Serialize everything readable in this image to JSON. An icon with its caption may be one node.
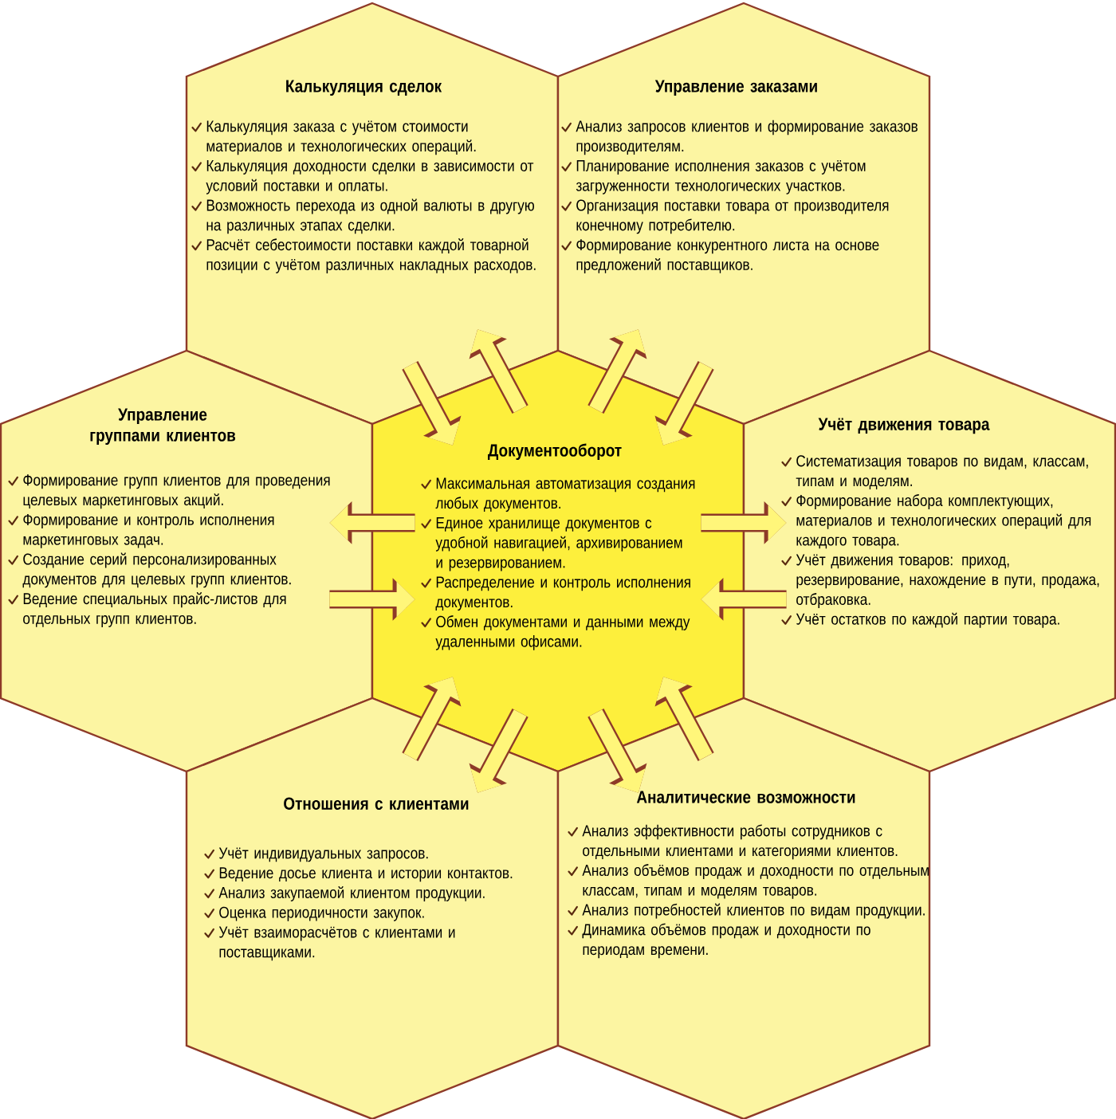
{
  "diagram": {
    "nodes": [
      {
        "text": [
          "Калькуляция сделок",
          "Калькуляция заказа с учётом стоимости материалов и технологических операций.",
          "Калькуляция доходности сделки в зависимости от условий поставки и оплаты.",
          "Возможность перехода из одной валюты в другую на различных этапах сделки.",
          "Расчёт себестоимости поставки каждой товарной позиции с учётом различных накладных расходов."
        ]
      },
      {
        "text": [
          "Управление заказами",
          "Анализ запросов клиентов и формирование заказов производителям.",
          "Планирование исполнения заказов с учётом загруженности технологических участков.",
          "Организация поставки товара от производителя конечному потребителю.",
          "Формирование конкурентного листа на основе предложений поставщиков."
        ]
      },
      {
        "text": [
          "Управление группами клиентов",
          "Формирование групп клиентов для проведения целевых маркетинговых акций.",
          "Формирование и контроль исполнения маркетинговых задач.",
          "Создание серий персонализированных документов для целевых групп клиентов.",
          "Ведение специальных прайс-листов для отдельных групп клиентов."
        ]
      },
      {
        "text": [
          "Документооборот",
          "Максимальная автоматизация создания любых документов.",
          "Единое хранилище документов с удобной навигацией, архивированием и резервированием.",
          "Распределение и контроль исполнения документов.",
          "Обмен документами и данными между удаленными офисами."
        ]
      },
      {
        "text": [
          "Учёт движения товара",
          "Систематизация товаров по видам, классам, типам и моделям.",
          "Формирование набора комплектующих, материалов и технологических операций для каждого товара.",
          "Учёт движения товаров: приход, резервирование, нахождение в пути, продажа, отбраковка.",
          "Учёт остатков по каждой партии товара."
        ]
      },
      {
        "text": [
          "Отношения с клиентами",
          "Учёт индивидуальных запросов.",
          "Ведение досье клиента и истории контактов.",
          "Анализ закупаемой клиентом продукции.",
          "Оценка периодичности закупок.",
          "Учёт взаиморасчётов с клиентами и поставщиками."
        ]
      },
      {
        "text": [
          "Аналитические возможности",
          "Анализ эффективности работы сотрудников с отдельными клиентами и категориями клиентов.",
          "Анализ объёмов продаж и доходности по отдельным классам, типам и моделям товаров.",
          "Анализ потребностей клиентов по видам продукции.",
          "Динамика объёмов продаж и доходности по периодам времени."
        ]
      }
    ],
    "edges": [
      {
        "from": 3,
        "to": 0,
        "arrow": "to"
      },
      {
        "from": 0,
        "to": 3,
        "arrow": "to"
      },
      {
        "from": 3,
        "to": 1,
        "arrow": "to"
      },
      {
        "from": 1,
        "to": 3,
        "arrow": "to"
      },
      {
        "from": 3,
        "to": 2,
        "arrow": "to"
      },
      {
        "from": 2,
        "to": 3,
        "arrow": "to"
      },
      {
        "from": 3,
        "to": 4,
        "arrow": "to"
      },
      {
        "from": 4,
        "to": 3,
        "arrow": "to"
      },
      {
        "from": 3,
        "to": 5,
        "arrow": "to"
      },
      {
        "from": 5,
        "to": 3,
        "arrow": "to"
      },
      {
        "from": 3,
        "to": 6,
        "arrow": "to"
      },
      {
        "from": 6,
        "to": 3,
        "arrow": "to"
      }
    ]
  }
}
